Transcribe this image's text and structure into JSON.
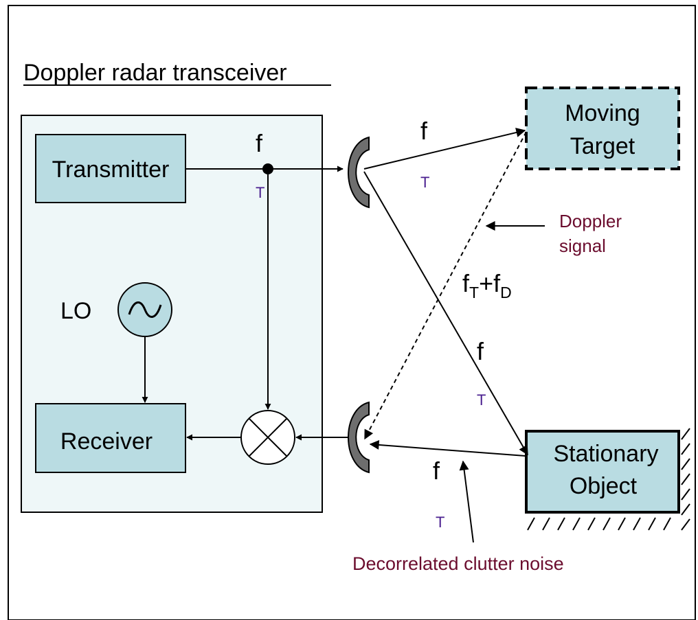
{
  "title": "Doppler radar transceiver",
  "blocks": {
    "transmitter": "Transmitter",
    "receiver": "Receiver",
    "lo": "LO",
    "moving_target_line1": "Moving",
    "moving_target_line2": "Target",
    "stationary_line1": "Stationary",
    "stationary_line2": "Object"
  },
  "signals": {
    "splitter_f": "f",
    "splitter_sub": "T",
    "tx_f": "f",
    "tx_sub": "T",
    "return_f": "f",
    "return_sub": "T",
    "clutter_f": "f",
    "clutter_sub": "T",
    "doppler_f1": "f",
    "doppler_sub1": "T",
    "doppler_plus": "+f",
    "doppler_sub2": "D"
  },
  "annotations": {
    "doppler_line1": "Doppler",
    "doppler_line2": "signal",
    "clutter_noise": "Decorrelated clutter noise"
  },
  "colors": {
    "block_fill": "#b9dce2",
    "transceiver_fill": "#eef7f8",
    "antenna_fill": "#6e6e6e",
    "annotation_text": "#6b0d2e",
    "subscript_text": "#4a1f8f",
    "line": "#000000"
  },
  "icons": {
    "lo_symbol": "sine-wave-icon",
    "mixer_symbol": "mixer-cross-icon",
    "antenna": "dish-antenna-icon",
    "ground": "hatched-ground-icon"
  }
}
